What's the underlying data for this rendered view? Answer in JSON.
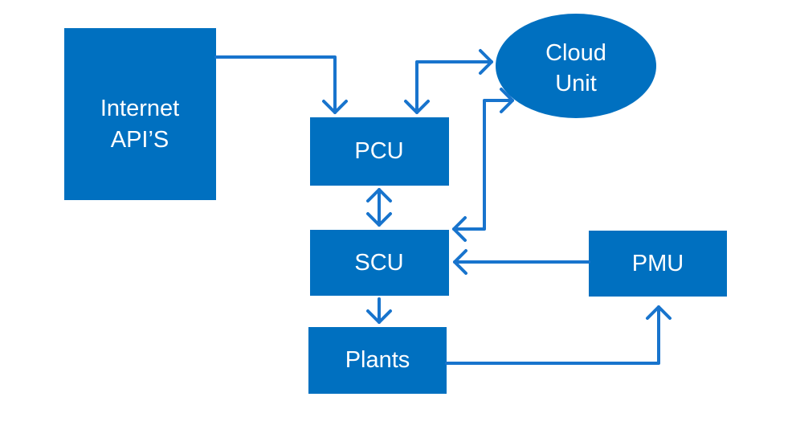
{
  "colors": {
    "node_fill": "#0070C0",
    "arrow": "#1874CD",
    "text": "#ffffff",
    "background": "#ffffff"
  },
  "nodes": {
    "internet": {
      "line1": "Internet",
      "line2": "API’S"
    },
    "pcu": {
      "label": "PCU"
    },
    "scu": {
      "label": "SCU"
    },
    "plants": {
      "label": "Plants"
    },
    "pmu": {
      "label": "PMU"
    },
    "cloud": {
      "line1": "Cloud",
      "line2": "Unit"
    }
  },
  "edges": [
    {
      "from": "Internet API’S",
      "to": "PCU",
      "direction": "one-way"
    },
    {
      "from": "PCU",
      "to": "Cloud Unit",
      "direction": "two-way"
    },
    {
      "from": "PCU",
      "to": "SCU",
      "direction": "two-way"
    },
    {
      "from": "SCU",
      "to": "Cloud Unit",
      "direction": "two-way"
    },
    {
      "from": "SCU",
      "to": "Plants",
      "direction": "one-way"
    },
    {
      "from": "Plants",
      "to": "PMU",
      "direction": "one-way"
    },
    {
      "from": "PMU",
      "to": "SCU",
      "direction": "one-way"
    }
  ]
}
